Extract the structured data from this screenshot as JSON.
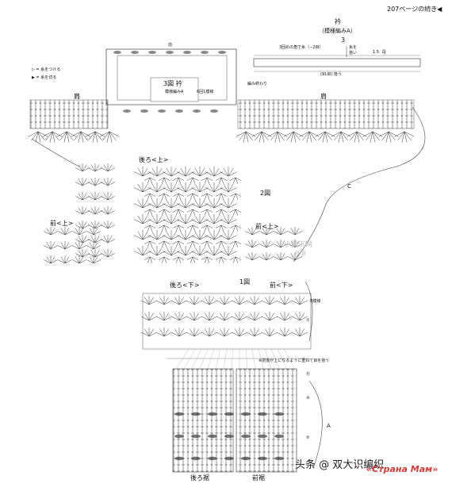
{
  "header": {
    "continued": "207ページの続き◀"
  },
  "collar": {
    "title": "衿",
    "subtitle": "（模様編みA）",
    "figure": "3",
    "note_left": "3回めの角で糸（−2目）",
    "note_pick": "拾い",
    "note_from": "糸を",
    "note_count": "(91目) 拾う",
    "note_start": "(91目) 拾う",
    "size": "1.5",
    "unit": "段"
  },
  "legend": {
    "attach": "▷ = 糸をつける",
    "cut": "▶ = 糸を切る"
  },
  "fig3": {
    "title": "3図 衿",
    "subtitle": "模様編みA",
    "edge": "編み終わり",
    "block": "6回1模様",
    "top": "前"
  },
  "labels": {
    "shoulder_l": "肩",
    "shoulder_r": "肩",
    "back_upper": "後ろ<上>",
    "front_upper": "前<上>",
    "front_upper_l": "前<上>",
    "fig2": "2図",
    "back_lower": "後ろ<下>",
    "front_lower": "前<下>",
    "fig1": "1図",
    "pattern_b": "B模様",
    "note_join": "※前後が上になるように重ねて目を拾う",
    "hem_back": "後ろ裾",
    "hem_front": "前裾",
    "mark_c": "C",
    "mark_a": "A",
    "wm_center": "小墨沉网",
    "wm_sub": "可 直",
    "wm_br1": "头条 @ 双大识编织",
    "wm_br2": "«Страна Мам»"
  },
  "rows": {
    "r1": "①",
    "r5": "⑤",
    "r10": "⑩",
    "r15": "⑮"
  },
  "colors": {
    "ink": "#222222",
    "watermark": "#d23b3b",
    "faint": "#bbbbbb"
  }
}
